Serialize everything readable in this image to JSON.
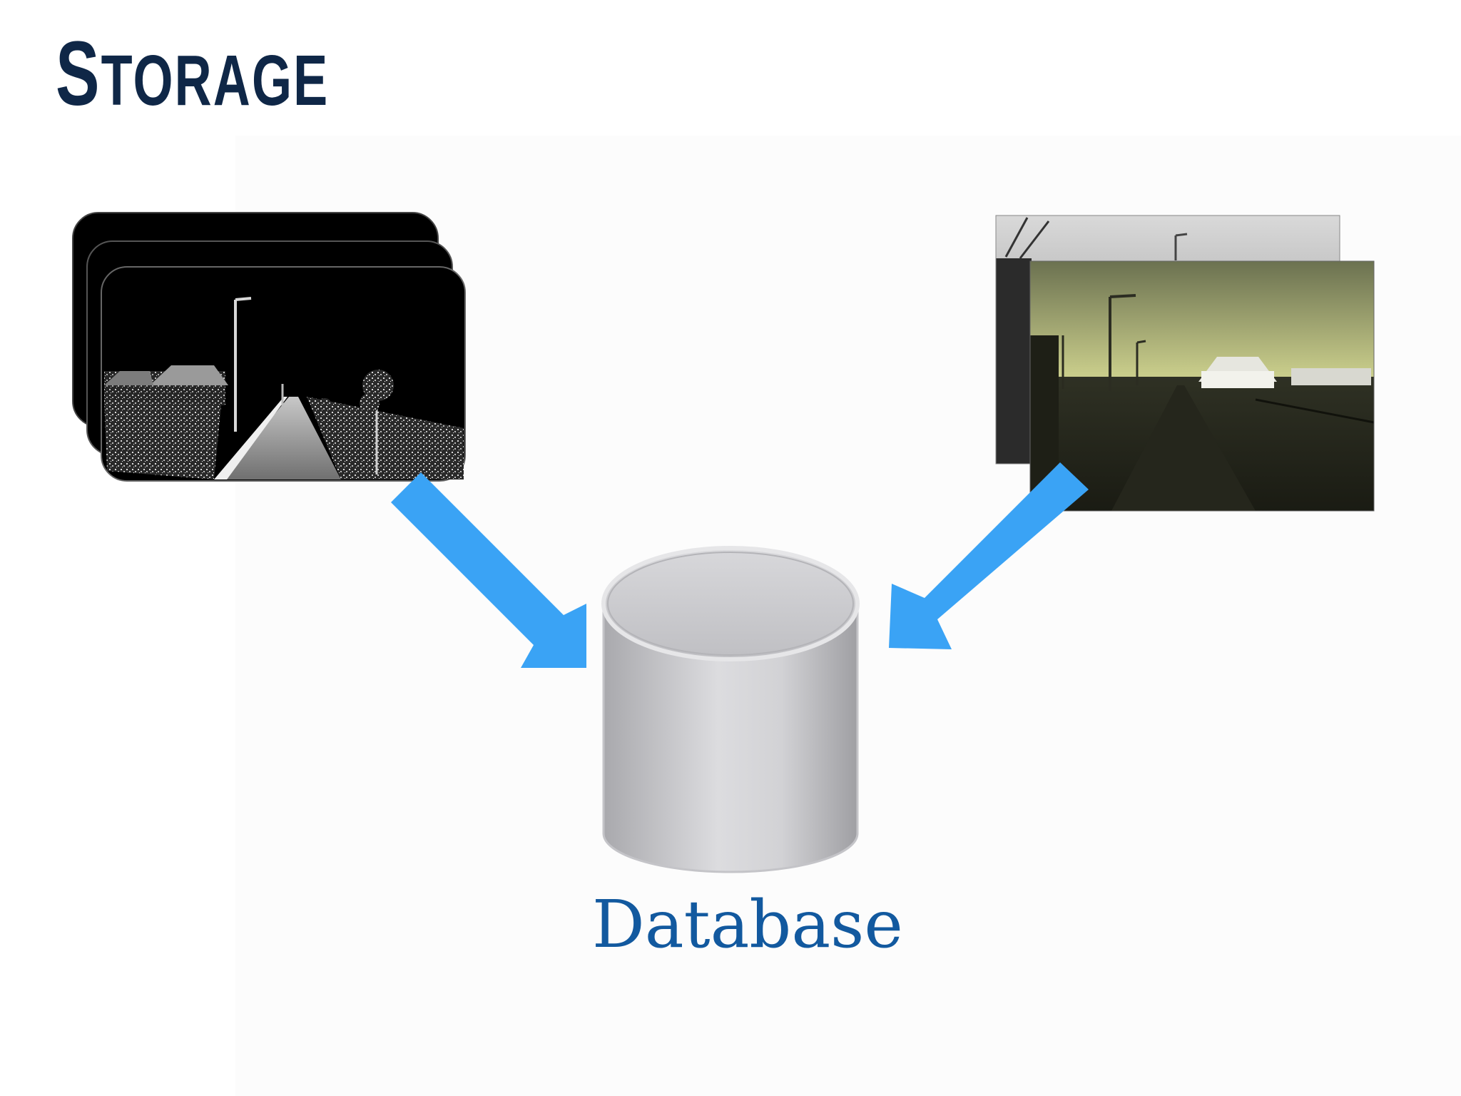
{
  "slide": {
    "title": "Storage"
  },
  "database": {
    "label": "Database",
    "icon": "database-cylinder-icon"
  },
  "sources": [
    {
      "name": "lidar-point-cloud-scans",
      "icon": "point-cloud-stack"
    },
    {
      "name": "camera-images",
      "icon": "photo-stack"
    }
  ],
  "colors": {
    "title": "#0f2747",
    "label": "#12599f",
    "arrow": "#3aa3f5",
    "cylinder": "#c8c8cc"
  }
}
